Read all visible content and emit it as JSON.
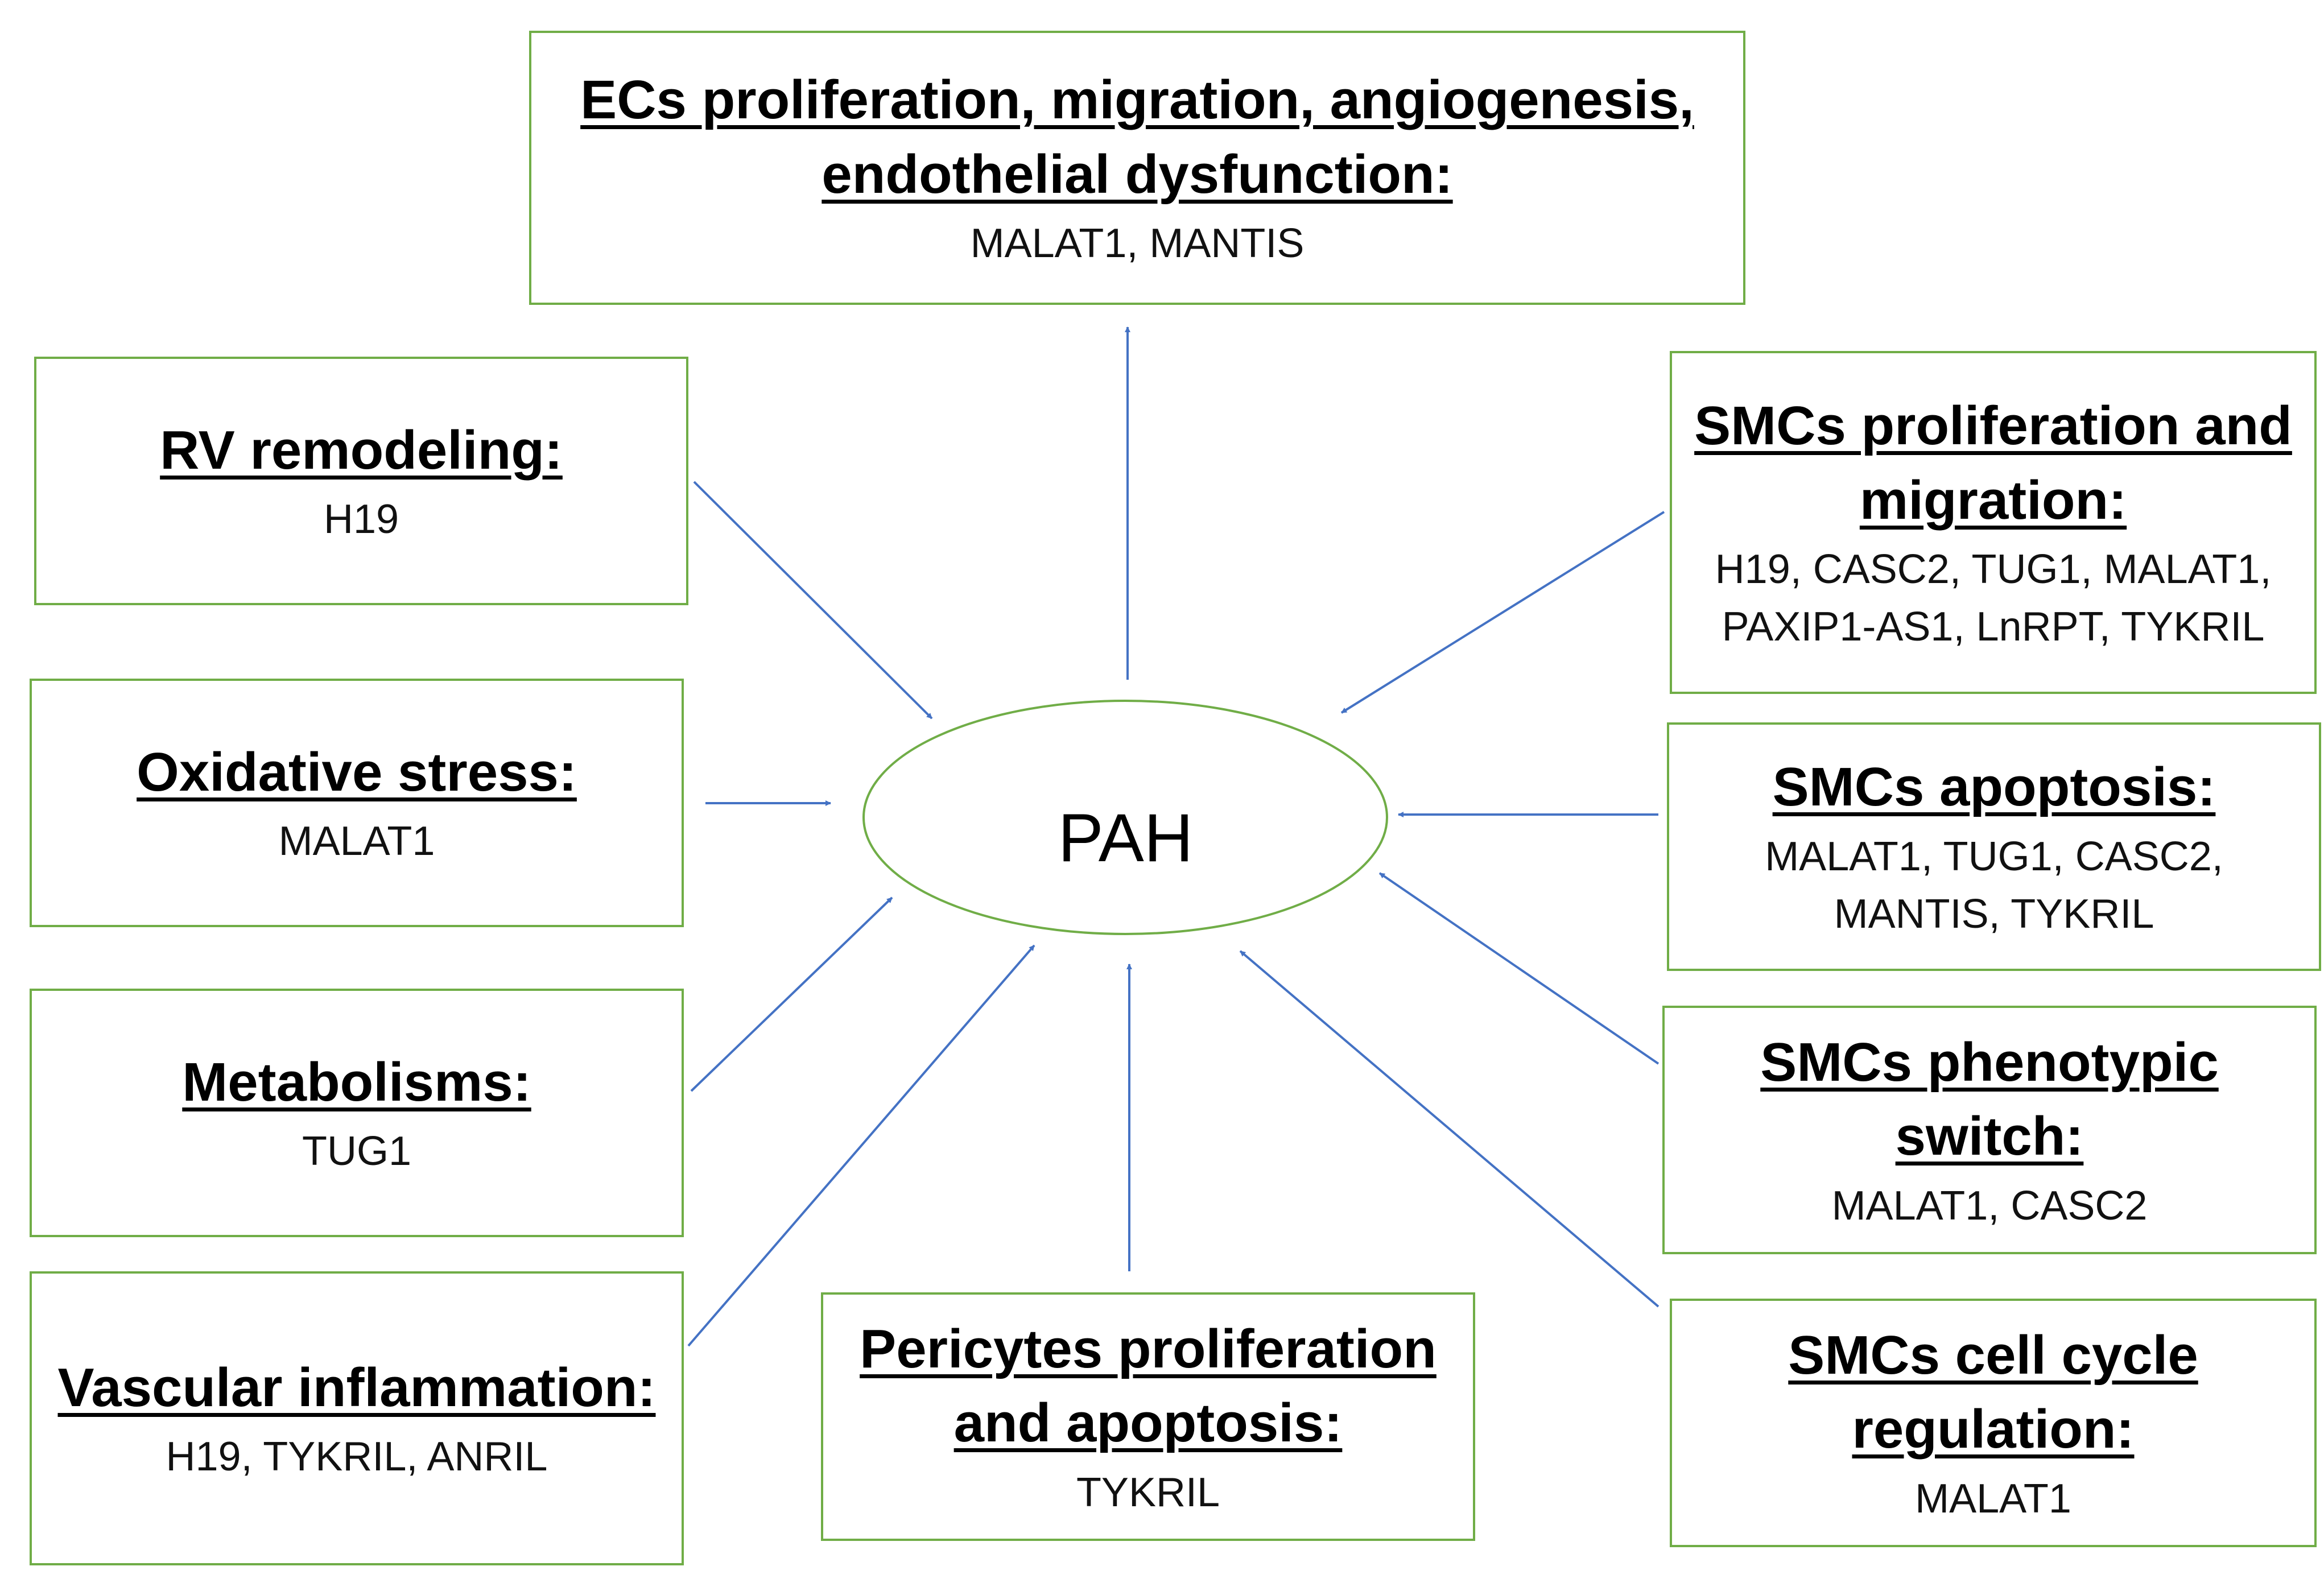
{
  "center": {
    "label": "PAH"
  },
  "colors": {
    "border": "#70ad47",
    "arrow": "#4472c4"
  },
  "boxes": {
    "ecs": {
      "title_lines": [
        "ECs proliferation, migration, angiogenesis,",
        "endothelial dysfunction:"
      ],
      "genes": [
        "MALAT1, MANTIS"
      ]
    },
    "rv": {
      "title_lines": [
        "RV remodeling:"
      ],
      "genes": [
        "H19"
      ]
    },
    "oxidative": {
      "title_lines": [
        "Oxidative stress:"
      ],
      "genes": [
        "MALAT1"
      ]
    },
    "metabolisms": {
      "title_lines": [
        "Metabolisms:"
      ],
      "genes": [
        "TUG1"
      ]
    },
    "vascular": {
      "title_lines": [
        "Vascular inflammation:"
      ],
      "genes": [
        "H19, TYKRIL, ANRIL"
      ]
    },
    "pericytes": {
      "title_lines": [
        "Pericytes proliferation",
        "and apoptosis:"
      ],
      "genes": [
        "TYKRIL"
      ]
    },
    "smc_prolif": {
      "title_lines": [
        "SMCs proliferation and",
        "migration:"
      ],
      "genes": [
        "H19, CASC2, TUG1, MALAT1,",
        "PAXIP1-AS1, LnRPT, TYKRIL"
      ]
    },
    "smc_apoptosis": {
      "title_lines": [
        "SMCs apoptosis:"
      ],
      "genes": [
        "MALAT1, TUG1, CASC2,",
        "MANTIS, TYKRIL"
      ]
    },
    "smc_phenotypic": {
      "title_lines": [
        "SMCs phenotypic",
        "switch:"
      ],
      "genes": [
        "MALAT1, CASC2"
      ]
    },
    "smc_cellcycle": {
      "title_lines": [
        "SMCs cell cycle",
        "regulation:"
      ],
      "genes": [
        "MALAT1"
      ]
    }
  }
}
